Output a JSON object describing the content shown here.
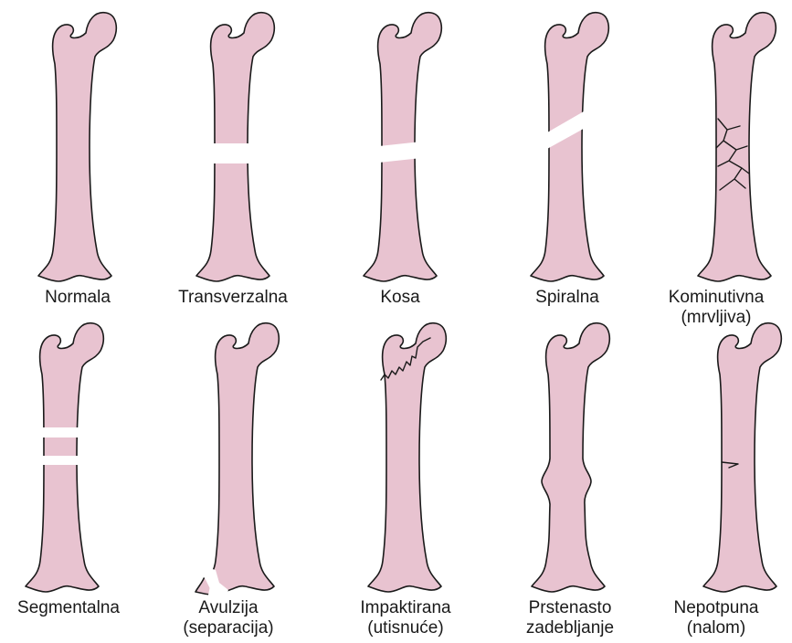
{
  "colors": {
    "bone_fill": "#e8c3d0",
    "outline": "#1a1a1a",
    "background": "#ffffff"
  },
  "fracture_types": [
    {
      "id": "normal",
      "lines": [
        "Normala"
      ]
    },
    {
      "id": "transverse",
      "lines": [
        "Transverzalna"
      ]
    },
    {
      "id": "oblique",
      "lines": [
        "Kosa"
      ]
    },
    {
      "id": "spiral",
      "lines": [
        "Spiralna"
      ]
    },
    {
      "id": "comminuted",
      "lines": [
        "Kominutivna",
        "(mrvljiva)"
      ]
    },
    {
      "id": "segmental",
      "lines": [
        "Segmentalna"
      ]
    },
    {
      "id": "avulsion",
      "lines": [
        "Avulzija",
        "(separacija)"
      ]
    },
    {
      "id": "impacted",
      "lines": [
        "Impaktirana",
        "(utisnuće)"
      ]
    },
    {
      "id": "torus",
      "lines": [
        "Prstenasto",
        "zadebljanje"
      ]
    },
    {
      "id": "greenstick",
      "lines": [
        "Nepotpuna",
        "(nalom)"
      ]
    }
  ]
}
